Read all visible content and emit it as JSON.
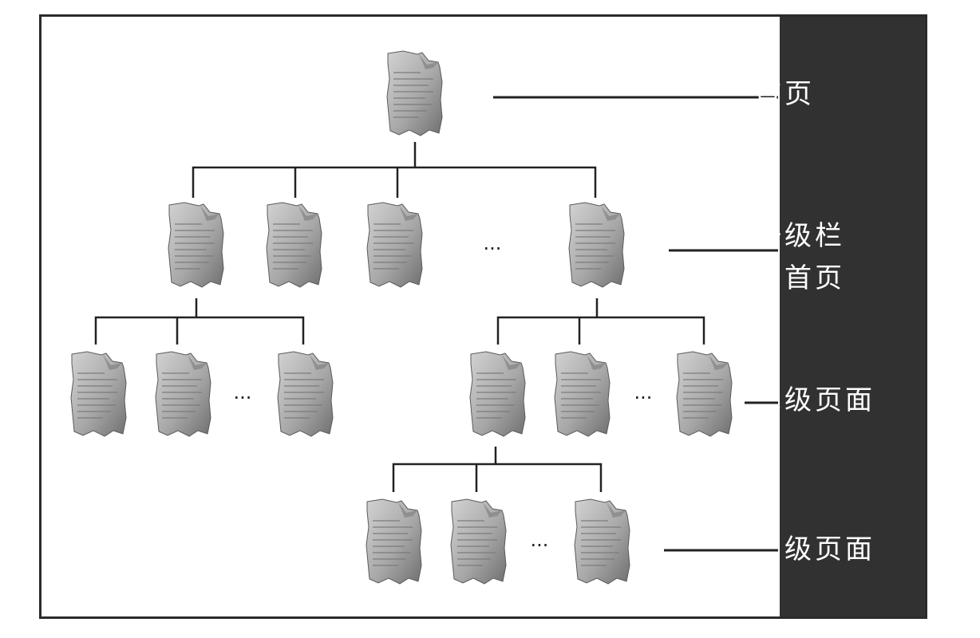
{
  "colors": {
    "frame": "#2b2b2b",
    "sidebar": "#313131",
    "line": "#222222",
    "label_text": "#ffffff",
    "page_icon_light": "#d2d2d2",
    "page_icon_dark": "#6f6f6f"
  },
  "levels": [
    {
      "label": "首页"
    },
    {
      "label": "一级栏目首页"
    },
    {
      "label": "二级页面"
    },
    {
      "label": "三级页面"
    }
  ],
  "ellipsis": "···",
  "icon_name": "page-icon"
}
